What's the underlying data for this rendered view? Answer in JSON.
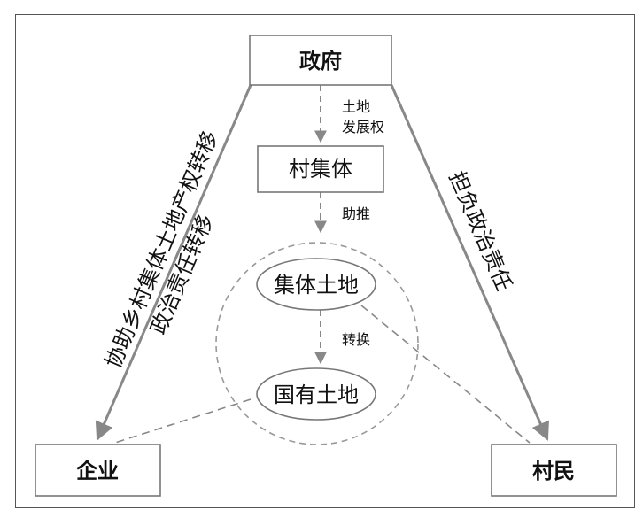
{
  "nodes": {
    "government": "政府",
    "village_collective": "村集体",
    "collective_land": "集体土地",
    "state_land": "国有土地",
    "enterprise": "企业",
    "villagers": "村民"
  },
  "edges": {
    "land_development_right_line1": "土地",
    "land_development_right_line2": "发展权",
    "promote": "助推",
    "convert": "转换"
  },
  "side_labels": {
    "left_outer": "协助乡村集体土地产权转移",
    "left_inner": "政治责任转移",
    "right": "担负政治责任"
  }
}
